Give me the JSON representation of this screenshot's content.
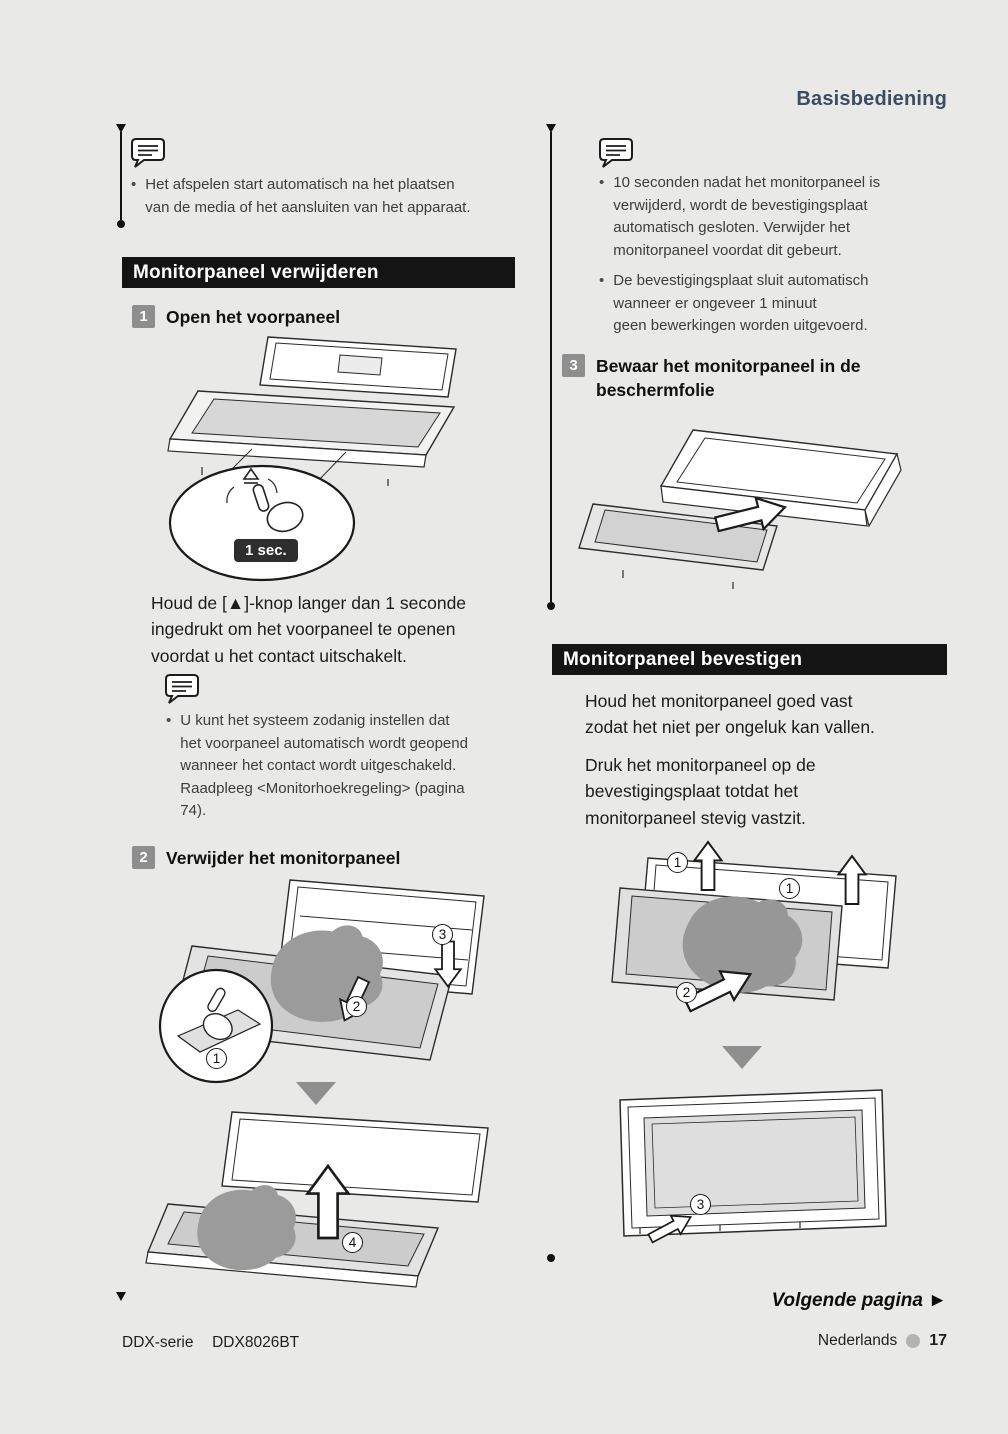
{
  "header": {
    "section_title": "Basisbediening"
  },
  "glyphs": {
    "bullet": "•"
  },
  "left_column": {
    "note_top": "Het afspelen start automatisch na het plaatsen\nvan de media of het aansluiten van het apparaat.",
    "section_remove_title": "Monitorpaneel verwijderen",
    "step1": {
      "number": "1",
      "title": "Open het voorpaneel"
    },
    "press_badge": "1 sec.",
    "step1_paragraph": "Houd de [▲]-knop langer dan 1 seconde\ningedrukt om het voorpaneel te openen\nvoordat u het contact uitschakelt.",
    "note_mid": "U kunt het systeem zodanig instellen dat\nhet voorpaneel automatisch wordt geopend\nwanneer het contact wordt uitgeschakeld.\nRaadpleeg <Monitorhoekregeling> (pagina\n74).",
    "step2": {
      "number": "2",
      "title": "Verwijder het monitorpaneel"
    }
  },
  "right_column": {
    "notes": [
      "10 seconden nadat het monitorpaneel is\nverwijderd, wordt de bevestigingsplaat\nautomatisch gesloten. Verwijder het\nmonitorpaneel voordat dit gebeurt.",
      "De bevestigingsplaat sluit automatisch\nwanneer er ongeveer 1 minuut\ngeen bewerkingen worden uitgevoerd."
    ],
    "step3": {
      "number": "3",
      "title": "Bewaar het monitorpaneel in de\nbeschermfolie"
    },
    "section_attach_title": "Monitorpaneel bevestigen",
    "attach_paragraph_1": "Houd het monitorpaneel goed vast\nzodat het niet per ongeluk kan vallen.",
    "attach_paragraph_2": "Druk het monitorpaneel op de\nbevestigingsplaat totdat het\nmonitorpaneel stevig vastzit.",
    "next_page": "Volgende pagina ►"
  },
  "callouts": {
    "n1": "1",
    "n2": "2",
    "n3": "3",
    "n4": "4"
  },
  "footer": {
    "series": "DDX-serie",
    "model": "DDX8026BT",
    "language": "Nederlands",
    "page_number": "17"
  },
  "colors": {
    "page_background": "#e9e9e8",
    "section_bar_background": "#141414",
    "section_bar_text": "#ffffff",
    "step_number_background": "#8e8e8e",
    "header_text": "#3b4c63",
    "divider_arrow": "#8f8f8f",
    "badge_background": "#2e2e2e"
  }
}
